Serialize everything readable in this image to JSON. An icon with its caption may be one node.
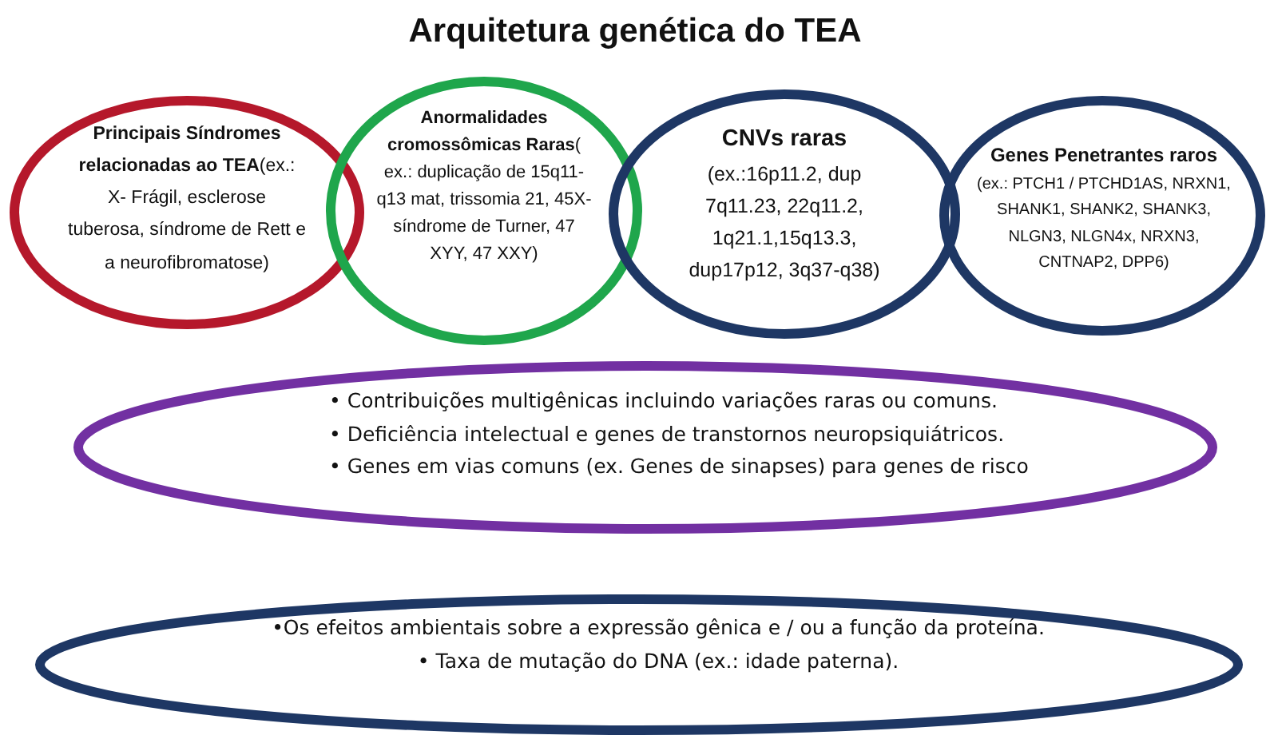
{
  "diagram": {
    "title": "Arquitetura genética do TEA",
    "nodes": [
      {
        "text": [
          "**Principais Síndromes relacionadas ao TEA**(ex.: X- Frágil, esclerose tuberosa, síndrome de Rett  e a neurofibromatose)"
        ]
      },
      {
        "text": [
          "**Anormalidades cromossômicas Raras**( ex.: duplicação de 15q11-q13 mat, trissomia 21, 45X- síndrome de Turner, 47 XYY, 47 XXY)"
        ]
      },
      {
        "text": [
          "CNVs raras",
          "(ex.:16p11.2, dup 7q11.23, 22q11.2, 1q21.1,15q13.3, dup17p12, 3q37-q38)"
        ]
      },
      {
        "text": [
          "Genes Penetrantes raros",
          "(ex.: PTCH1 / PTCHD1AS, NRXN1, SHANK1, SHANK2, SHANK3, NLGN3, NLGN4x, NRXN3, CNTNAP2, DPP6)"
        ]
      },
      {
        "text": [
          "• Contribuições multigênicas incluindo variações raras ou comuns.",
          "• Deficiência intelectual e genes de transtornos neuropsiquiátricos.",
          "• Genes em vias comuns (ex. Genes de sinapses) para genes de risco"
        ]
      },
      {
        "text": [
          "•Os efeitos ambientais sobre a expressão gênica e / ou a função da proteína.",
          "• Taxa de mutação do DNA (ex.: idade paterna)."
        ]
      }
    ],
    "edges": []
  }
}
